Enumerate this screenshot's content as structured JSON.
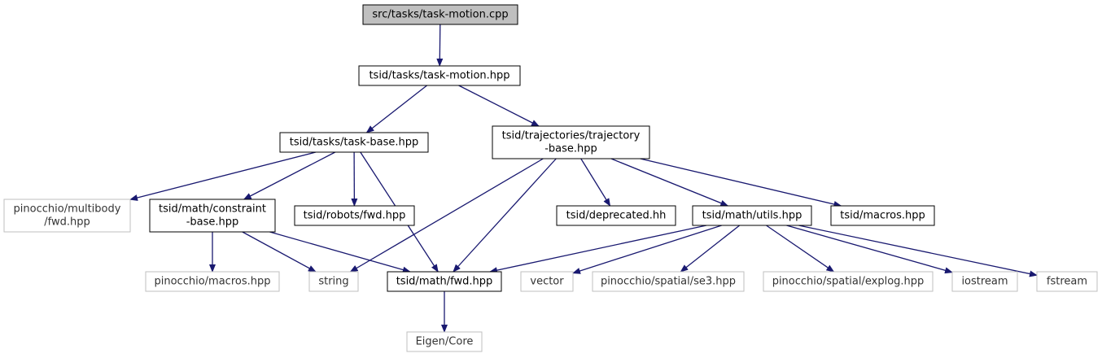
{
  "colors": {
    "edge": "#191970",
    "root_fill": "#bfbfbf",
    "node_border": "#000000",
    "external_border": "#bfbfbf",
    "background": "#ffffff"
  },
  "nodes": [
    {
      "id": "task-motion-cpp",
      "lines": [
        "src/tasks/task-motion.cpp"
      ],
      "kind": "root"
    },
    {
      "id": "task-motion-hpp",
      "lines": [
        "tsid/tasks/task-motion.hpp"
      ],
      "kind": "internal"
    },
    {
      "id": "task-base-hpp",
      "lines": [
        "tsid/tasks/task-base.hpp"
      ],
      "kind": "internal"
    },
    {
      "id": "trajectory-base-hpp",
      "lines": [
        "tsid/trajectories/trajectory",
        "-base.hpp"
      ],
      "kind": "internal"
    },
    {
      "id": "pinocchio-multibody-fwd",
      "lines": [
        "pinocchio/multibody",
        "/fwd.hpp"
      ],
      "kind": "external"
    },
    {
      "id": "constraint-base-hpp",
      "lines": [
        "tsid/math/constraint",
        "-base.hpp"
      ],
      "kind": "internal"
    },
    {
      "id": "robots-fwd-hpp",
      "lines": [
        "tsid/robots/fwd.hpp"
      ],
      "kind": "internal"
    },
    {
      "id": "deprecated-hh",
      "lines": [
        "tsid/deprecated.hh"
      ],
      "kind": "internal"
    },
    {
      "id": "math-utils-hpp",
      "lines": [
        "tsid/math/utils.hpp"
      ],
      "kind": "internal"
    },
    {
      "id": "macros-hpp",
      "lines": [
        "tsid/macros.hpp"
      ],
      "kind": "internal"
    },
    {
      "id": "pinocchio-macros",
      "lines": [
        "pinocchio/macros.hpp"
      ],
      "kind": "external"
    },
    {
      "id": "string",
      "lines": [
        "string"
      ],
      "kind": "external"
    },
    {
      "id": "math-fwd-hpp",
      "lines": [
        "tsid/math/fwd.hpp"
      ],
      "kind": "internal"
    },
    {
      "id": "vector",
      "lines": [
        "vector"
      ],
      "kind": "external"
    },
    {
      "id": "pinocchio-se3",
      "lines": [
        "pinocchio/spatial/se3.hpp"
      ],
      "kind": "external"
    },
    {
      "id": "pinocchio-explog",
      "lines": [
        "pinocchio/spatial/explog.hpp"
      ],
      "kind": "external"
    },
    {
      "id": "iostream",
      "lines": [
        "iostream"
      ],
      "kind": "external"
    },
    {
      "id": "fstream",
      "lines": [
        "fstream"
      ],
      "kind": "external"
    },
    {
      "id": "eigen-core",
      "lines": [
        "Eigen/Core"
      ],
      "kind": "external"
    }
  ],
  "edges": [
    [
      "task-motion-cpp",
      "task-motion-hpp"
    ],
    [
      "task-motion-hpp",
      "task-base-hpp"
    ],
    [
      "task-motion-hpp",
      "trajectory-base-hpp"
    ],
    [
      "task-base-hpp",
      "pinocchio-multibody-fwd"
    ],
    [
      "task-base-hpp",
      "constraint-base-hpp"
    ],
    [
      "task-base-hpp",
      "robots-fwd-hpp"
    ],
    [
      "task-base-hpp",
      "math-fwd-hpp"
    ],
    [
      "trajectory-base-hpp",
      "string"
    ],
    [
      "trajectory-base-hpp",
      "math-fwd-hpp"
    ],
    [
      "trajectory-base-hpp",
      "deprecated-hh"
    ],
    [
      "trajectory-base-hpp",
      "math-utils-hpp"
    ],
    [
      "trajectory-base-hpp",
      "macros-hpp"
    ],
    [
      "constraint-base-hpp",
      "pinocchio-macros"
    ],
    [
      "constraint-base-hpp",
      "string"
    ],
    [
      "constraint-base-hpp",
      "math-fwd-hpp"
    ],
    [
      "math-utils-hpp",
      "math-fwd-hpp"
    ],
    [
      "math-utils-hpp",
      "vector"
    ],
    [
      "math-utils-hpp",
      "pinocchio-se3"
    ],
    [
      "math-utils-hpp",
      "pinocchio-explog"
    ],
    [
      "math-utils-hpp",
      "iostream"
    ],
    [
      "math-utils-hpp",
      "fstream"
    ],
    [
      "math-fwd-hpp",
      "eigen-core"
    ]
  ]
}
